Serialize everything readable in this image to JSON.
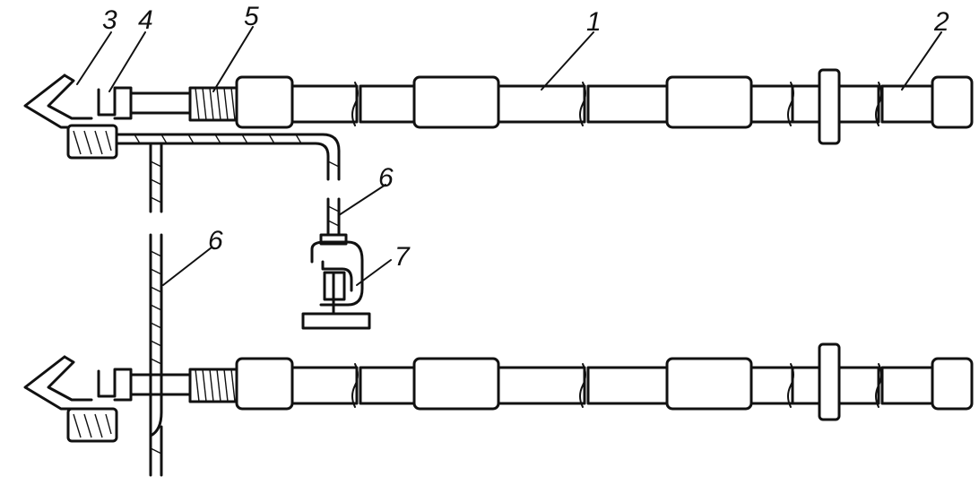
{
  "labels": {
    "n1": "1",
    "n2": "2",
    "n3": "3",
    "n4": "4",
    "n5": "5",
    "n6_top": "6",
    "n6_left": "6",
    "n7": "7"
  }
}
